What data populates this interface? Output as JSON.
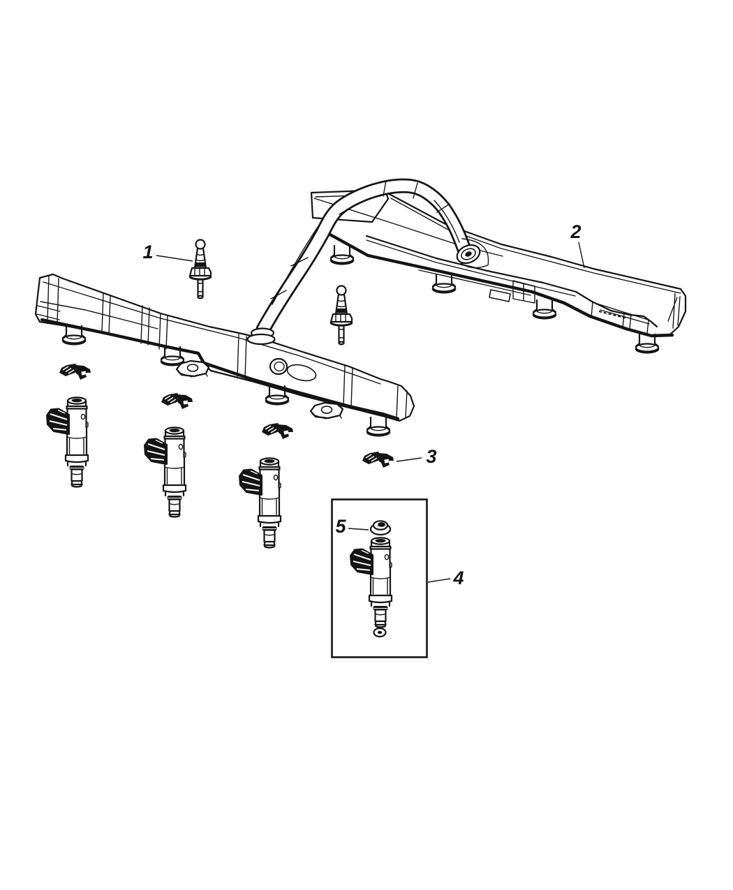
{
  "diagram": {
    "background_color": "#ffffff",
    "line_color": "#141414",
    "callouts": [
      {
        "label": "1"
      },
      {
        "label": "2"
      },
      {
        "label": "3"
      },
      {
        "label": "4"
      },
      {
        "label": "5"
      }
    ]
  }
}
